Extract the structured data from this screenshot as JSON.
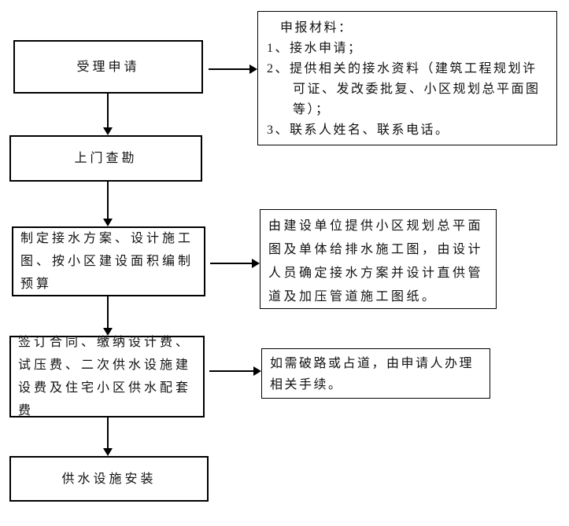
{
  "flowchart": {
    "steps": [
      {
        "label": "受理申请"
      },
      {
        "label": "上门查勘"
      },
      {
        "label": "制定接水方案、设计施工图、按小区建设面积编制预算"
      },
      {
        "label": "签订合同、缴纳设计费、试压费、二次供水设施建设费及住宅小区供水配套费"
      },
      {
        "label": "供水设施安装"
      }
    ],
    "notes": [
      {
        "title": "申报材料：",
        "items": [
          "1、接水申请；",
          "2、提供相关的接水资料（建筑工程规划许可证、发改委批复、小区规划总平面图等）；",
          "3、联系人姓名、联系电话。"
        ]
      },
      {
        "text": "由建设单位提供小区规划总平面图及单体给排水施工图，由设计人员确定接水方案并设计直供管道及加压管道施工图纸。"
      },
      {
        "text": "如需破路或占道，由申请人办理相关手续。"
      }
    ],
    "colors": {
      "border": "#000000",
      "text": "#111111",
      "background": "#ffffff"
    }
  }
}
